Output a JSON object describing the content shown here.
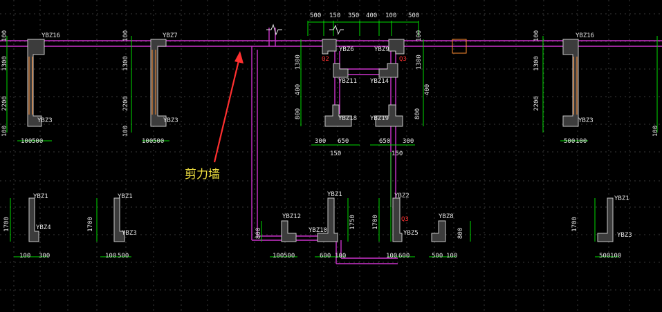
{
  "colors": {
    "background": "#000000",
    "grid": "#3a3a3a",
    "wall": "#cc33cc",
    "column": "#c0c0c0",
    "dimension": "#00dd00",
    "text": "#e6e6e6",
    "arrow": "#ff3030",
    "annotation": "#f0e040",
    "opening": "#ff8c30"
  },
  "annotation": {
    "text": "剪力墙"
  },
  "top_dims": [
    "500",
    "150",
    "350",
    "400",
    "100",
    "500"
  ],
  "columns": [
    {
      "label": "YBZ16"
    },
    {
      "label": "YBZ3"
    },
    {
      "label": "YBZ7"
    },
    {
      "label": "YBZ3"
    },
    {
      "label": "YBZ6"
    },
    {
      "label": "YBZ9"
    },
    {
      "label": "YBZ11"
    },
    {
      "label": "YBZ14"
    },
    {
      "label": "YBZ18"
    },
    {
      "label": "YBZ19"
    },
    {
      "label": "YBZ16"
    },
    {
      "label": "YBZ3"
    },
    {
      "label": "YBZ1"
    },
    {
      "label": "YBZ4"
    },
    {
      "label": "YBZ1"
    },
    {
      "label": "YBZ3"
    },
    {
      "label": "YBZ12"
    },
    {
      "label": "YBZ10"
    },
    {
      "label": "YBZ1"
    },
    {
      "label": "YBZ2"
    },
    {
      "label": "YBZ5"
    },
    {
      "label": "YBZ8"
    },
    {
      "label": "YBZ1"
    },
    {
      "label": "YBZ3"
    }
  ],
  "openings": [
    "Q2",
    "Q3",
    "Q3"
  ],
  "dims_h": [
    "100",
    "500",
    "100",
    "500",
    "300",
    "650",
    "150",
    "650",
    "300",
    "150",
    "500",
    "100",
    "100",
    "300",
    "100",
    "500",
    "100",
    "500",
    "600",
    "100",
    "100",
    "600",
    "500",
    "100",
    "500",
    "100"
  ],
  "dims_v": [
    "100",
    "1300",
    "2200",
    "100",
    "100",
    "1300",
    "2200",
    "100",
    "1300",
    "400",
    "800",
    "100",
    "1300",
    "400",
    "800",
    "100",
    "1300",
    "2200",
    "100",
    "1700",
    "1700",
    "800",
    "1750",
    "1700",
    "800",
    "1700"
  ]
}
